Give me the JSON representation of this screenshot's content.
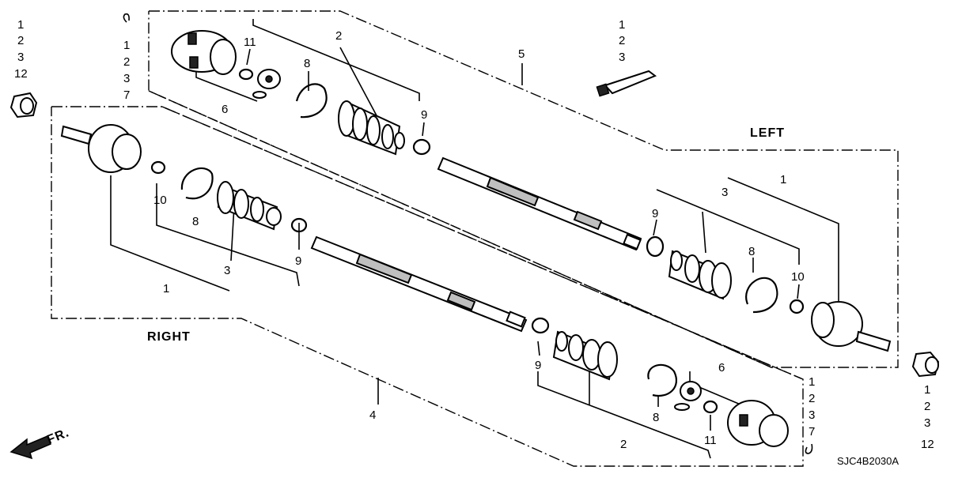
{
  "diagram": {
    "code": "SJC4B2030A",
    "sections": {
      "left": "LEFT",
      "right": "RIGHT"
    },
    "front_label": "FR.",
    "icons": [
      "front-arrow-icon"
    ],
    "stack_top_left_small": [
      "1",
      "2",
      "3",
      "12"
    ],
    "stack_top_left_tall": [
      "1",
      "2",
      "3",
      "7"
    ],
    "stack_bottom_right_small": [
      "1",
      "2",
      "3",
      "12"
    ],
    "stack_bottom_right_tall": [
      "1",
      "2",
      "3",
      "7"
    ],
    "stack_grease": [
      "1",
      "2",
      "3"
    ],
    "labels": {
      "l2_top": "2",
      "l5": "5",
      "l11_top": "11",
      "l8_top": "8",
      "l6_top": "6",
      "l9_top": "9",
      "l1_left": "1",
      "l3_left": "3",
      "l9_left": "9",
      "l8_left": "8",
      "l10_right": "10",
      "l4": "4",
      "l10_left": "10",
      "l8_left_b": "8",
      "l3_right": "3",
      "l9_right_b": "9",
      "l1_right_b": "1",
      "l9_bottom": "9",
      "l6_bottom": "6",
      "l8_bottom": "8",
      "l2_bottom": "2",
      "l11_bottom": "11"
    }
  }
}
